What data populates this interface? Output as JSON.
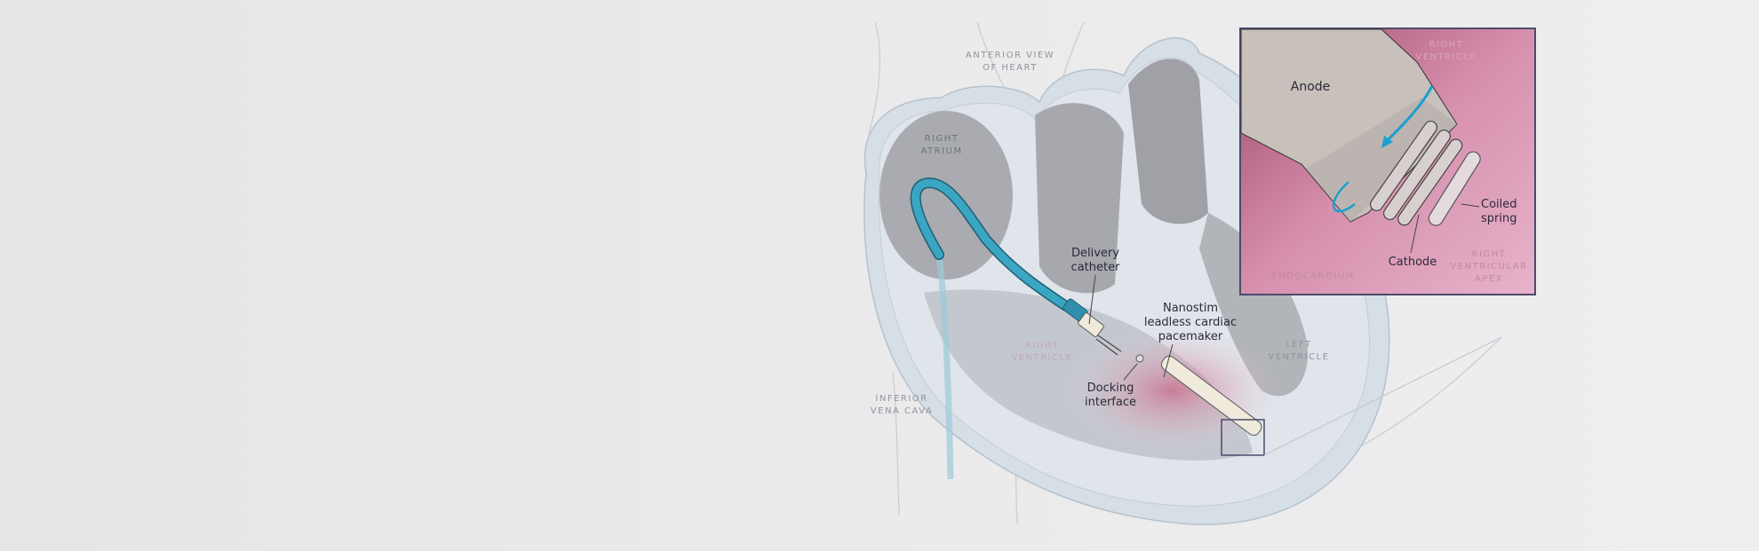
{
  "figure": {
    "main_labels": {
      "anterior_view": "ANTERIOR VIEW\nOF HEART",
      "right_atrium": "RIGHT\nATRIUM",
      "right_ventricle": "RIGHT\nVENTRICLE",
      "left_ventricle": "LEFT\nVENTRICLE",
      "inferior_vena_cava": "INFERIOR\nVENA CAVA"
    },
    "callouts": {
      "delivery_catheter": "Delivery\ncatheter",
      "pacemaker": "Nanostim\nleadless cardiac\npacemaker",
      "docking_interface": "Docking\ninterface"
    },
    "inset": {
      "anode": "Anode",
      "right_ventricle": "RIGHT\nVENTRICLE",
      "coiled_spring": "Coiled\nspring",
      "cathode": "Cathode",
      "endocardium": "ENDOCARDIUM",
      "apex": "RIGHT\nVENTRICULAR\nAPEX"
    },
    "colors": {
      "catheter": "#3aa6c4",
      "tissue": "#c9718f",
      "heart_wall": "#d2dbe4",
      "chamber": "#a9abb0"
    }
  }
}
